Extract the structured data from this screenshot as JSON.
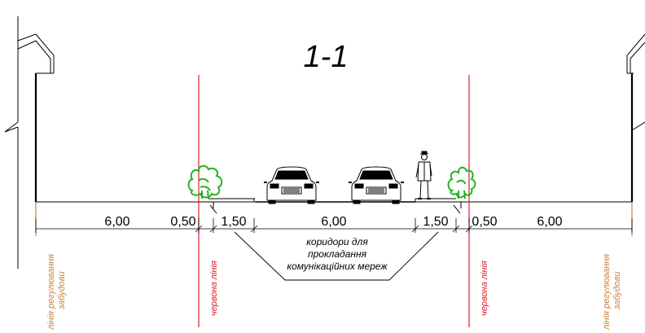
{
  "section_title": "1-1",
  "dimensions": [
    "6,00",
    "0,50",
    "1,50",
    "6,00",
    "1,50",
    "0,50",
    "6,00"
  ],
  "utility_note": {
    "lines": [
      "коридори для",
      "прокладання",
      "комунікаційних мереж"
    ]
  },
  "labels": {
    "building_line_left": [
      "лінія регулювання",
      "забудови"
    ],
    "red_line_left": "червона лінія",
    "red_line_right": "червона лінія",
    "building_line_right": [
      "лінія регулювання",
      "забудови"
    ]
  },
  "colors": {
    "red_line": "#d8202a",
    "tree": "#1fb51f",
    "dim_line_orange": "#c9833a",
    "ink": "#000000"
  },
  "icons": [
    "car-icon",
    "car-icon",
    "pedestrian-icon",
    "tree-icon",
    "tree-icon",
    "building-icon",
    "building-icon"
  ]
}
